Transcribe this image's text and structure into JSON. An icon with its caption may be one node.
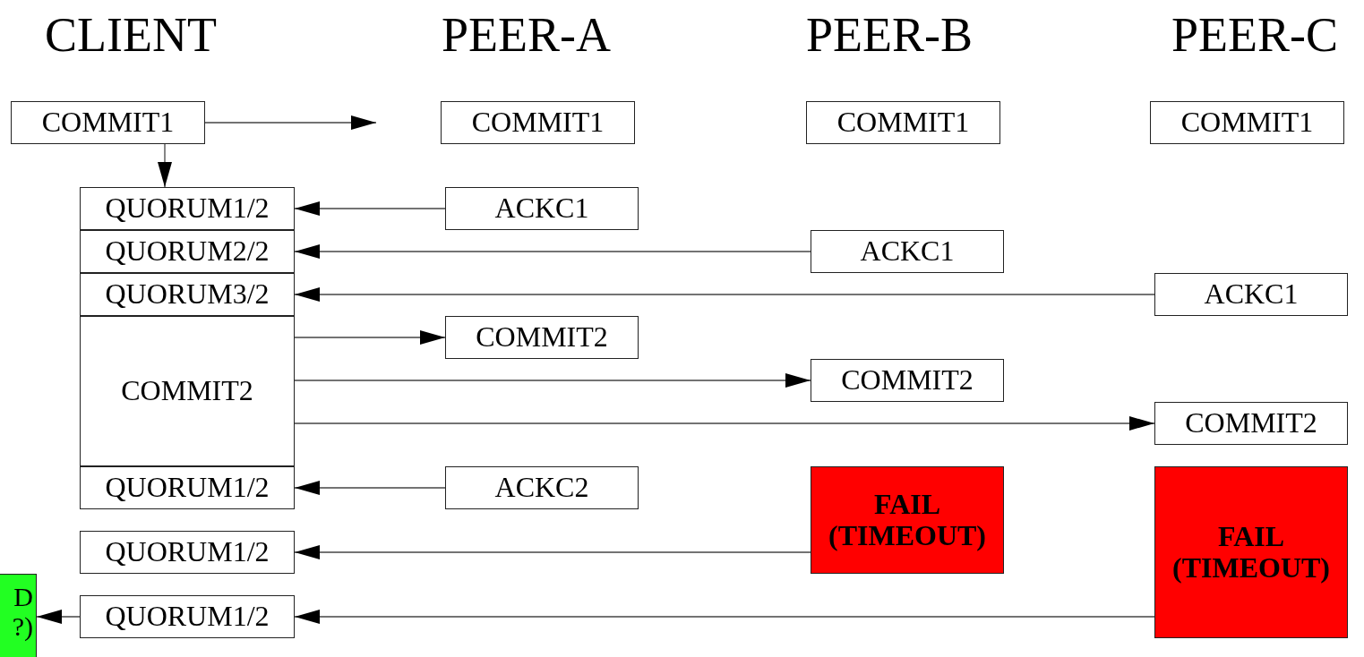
{
  "diagram": {
    "nodes": [
      {
        "text": [
          "COMMIT1"
        ]
      },
      {
        "text": [
          "COMMIT1"
        ]
      },
      {
        "text": [
          "COMMIT1"
        ]
      },
      {
        "text": [
          "COMMIT1"
        ]
      },
      {
        "text": [
          "QUORUM1/2"
        ]
      },
      {
        "text": [
          "ACKC1"
        ]
      },
      {
        "text": [
          "QUORUM2/2"
        ]
      },
      {
        "text": [
          "ACKC1"
        ]
      },
      {
        "text": [
          "QUORUM3/2"
        ]
      },
      {
        "text": [
          "ACKC1"
        ]
      },
      {
        "text": [
          "COMMIT2"
        ]
      },
      {
        "text": [
          "COMMIT2"
        ]
      },
      {
        "text": [
          "COMMIT2"
        ]
      },
      {
        "text": [
          "COMMIT2"
        ]
      },
      {
        "text": [
          "QUORUM1/2"
        ]
      },
      {
        "text": [
          "ACKC2"
        ]
      },
      {
        "text": [
          "FAIL (TIMEOUT)"
        ]
      },
      {
        "text": [
          "QUORUM1/2"
        ]
      },
      {
        "text": [
          "FAIL (TIMEOUT)"
        ]
      },
      {
        "text": [
          "QUORUM1/2"
        ]
      },
      {
        "text": [
          "D ?)"
        ]
      }
    ],
    "edges": [
      {
        "from": 0,
        "to": null,
        "arrow": "to"
      },
      {
        "from": 0,
        "to": 4,
        "arrow": "to"
      },
      {
        "from": 5,
        "to": 4,
        "arrow": "to"
      },
      {
        "from": 7,
        "to": 6,
        "arrow": "to"
      },
      {
        "from": 9,
        "to": 8,
        "arrow": "to"
      },
      {
        "from": 10,
        "to": 11,
        "arrow": "to"
      },
      {
        "from": 10,
        "to": 12,
        "arrow": "to"
      },
      {
        "from": 10,
        "to": 13,
        "arrow": "to"
      },
      {
        "from": 15,
        "to": 14,
        "arrow": "to"
      },
      {
        "from": 16,
        "to": 17,
        "arrow": "to"
      },
      {
        "from": 18,
        "to": 19,
        "arrow": "to"
      },
      {
        "from": 19,
        "to": 20,
        "arrow": "to"
      }
    ],
    "labels": [
      "CLIENT",
      "PEER-A",
      "PEER-B",
      "PEER-C"
    ]
  }
}
